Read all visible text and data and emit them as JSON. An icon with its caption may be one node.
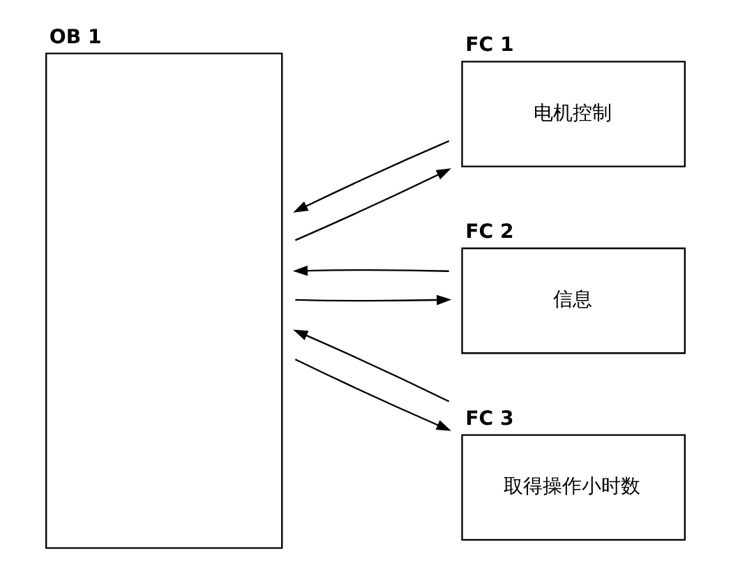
{
  "diagram": {
    "nodes": [
      {
        "text": [
          "OB 1"
        ]
      },
      {
        "text": [
          "FC 1",
          "电机控制"
        ]
      },
      {
        "text": [
          "FC 2",
          "信息"
        ]
      },
      {
        "text": [
          "FC 3",
          "取得操作小时数"
        ]
      }
    ],
    "edges": [
      {
        "from": 0,
        "to": 1,
        "arrow": "to"
      },
      {
        "from": 1,
        "to": 0,
        "arrow": "to"
      },
      {
        "from": 0,
        "to": 2,
        "arrow": "to"
      },
      {
        "from": 2,
        "to": 0,
        "arrow": "to"
      },
      {
        "from": 0,
        "to": 3,
        "arrow": "to"
      },
      {
        "from": 3,
        "to": 0,
        "arrow": "to"
      }
    ]
  }
}
